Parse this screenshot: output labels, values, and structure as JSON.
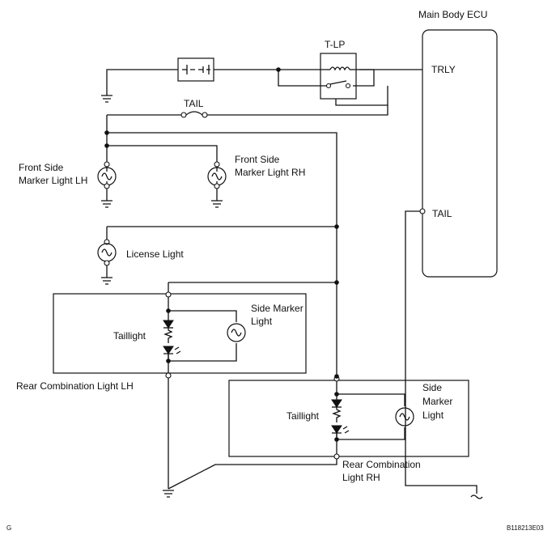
{
  "labels": {
    "main_body_ecu": "Main Body ECU",
    "t_lp": "T-LP",
    "trly": "TRLY",
    "tail_fuse": "TAIL",
    "tail_terminal": "TAIL",
    "front_side_marker_lh_1": "Front Side",
    "front_side_marker_lh_2": "Marker Light LH",
    "front_side_marker_rh_1": "Front Side",
    "front_side_marker_rh_2": "Marker Light RH",
    "license_light": "License Light",
    "lh_side_marker_1": "Side Marker",
    "lh_side_marker_2": "Light",
    "lh_taillight": "Taillight",
    "rear_combination_lh": "Rear Combination Light LH",
    "rh_side_marker_1": "Side",
    "rh_side_marker_2": "Marker",
    "rh_side_marker_3": "Light",
    "rh_taillight": "Taillight",
    "rear_combination_rh_1": "Rear Combination",
    "rear_combination_rh_2": "Light RH",
    "corner_left": "G",
    "corner_right": "B118213E03"
  }
}
